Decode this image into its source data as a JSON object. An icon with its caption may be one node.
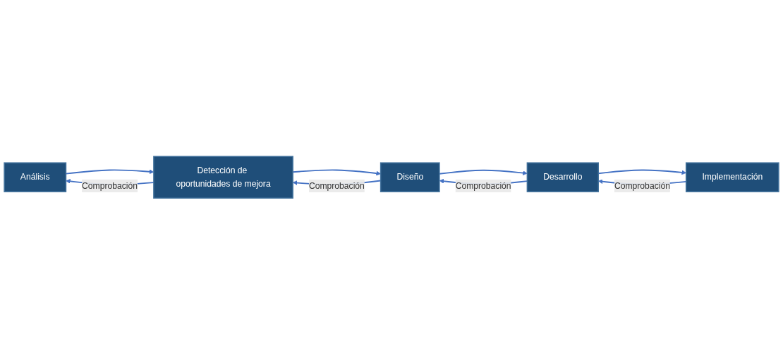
{
  "diagram": {
    "nodes": [
      {
        "text": [
          "Análisis"
        ]
      },
      {
        "text": [
          "Detección de oportunidades de mejora"
        ]
      },
      {
        "text": [
          "Diseño"
        ]
      },
      {
        "text": [
          "Desarrollo"
        ]
      },
      {
        "text": [
          "Implementación"
        ]
      }
    ],
    "edges": [
      {
        "from": 0,
        "to": 1,
        "arrow": "to"
      },
      {
        "from": 1,
        "to": 0,
        "arrow": "to",
        "label": "Comprobación"
      },
      {
        "from": 1,
        "to": 2,
        "arrow": "to"
      },
      {
        "from": 2,
        "to": 1,
        "arrow": "to",
        "label": "Comprobación"
      },
      {
        "from": 2,
        "to": 3,
        "arrow": "to"
      },
      {
        "from": 3,
        "to": 2,
        "arrow": "to",
        "label": "Comprobación"
      },
      {
        "from": 3,
        "to": 4,
        "arrow": "to"
      },
      {
        "from": 4,
        "to": 3,
        "arrow": "to",
        "label": "Comprobación"
      }
    ]
  }
}
